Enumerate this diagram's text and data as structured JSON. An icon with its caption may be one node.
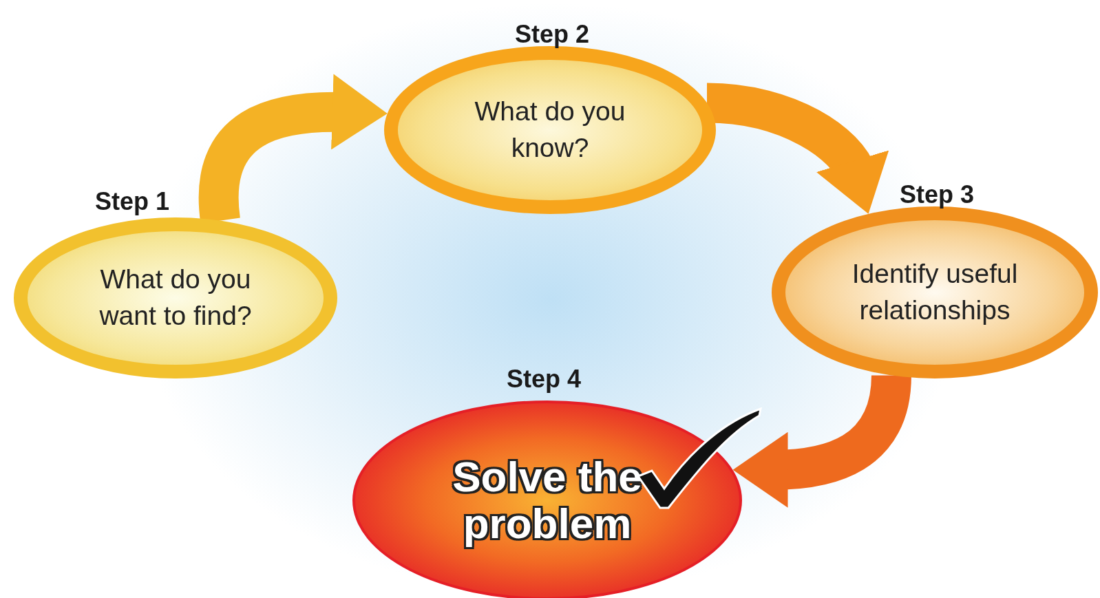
{
  "diagram": {
    "nodes": [
      {
        "text": [
          "Step 1",
          "What do you want to find?"
        ]
      },
      {
        "text": [
          "Step 2",
          "What do you know?"
        ]
      },
      {
        "text": [
          "Step 3",
          "Identify useful relationships"
        ]
      },
      {
        "text": [
          "Step 4",
          "Solve the problem"
        ]
      }
    ],
    "edges": [
      {
        "from": 0,
        "to": 1,
        "arrow": "to",
        "color": "#f4b225"
      },
      {
        "from": 1,
        "to": 2,
        "arrow": "to",
        "color": "#f59a1c"
      },
      {
        "from": 2,
        "to": 3,
        "arrow": "to",
        "color": "#ee6a1e"
      }
    ]
  }
}
